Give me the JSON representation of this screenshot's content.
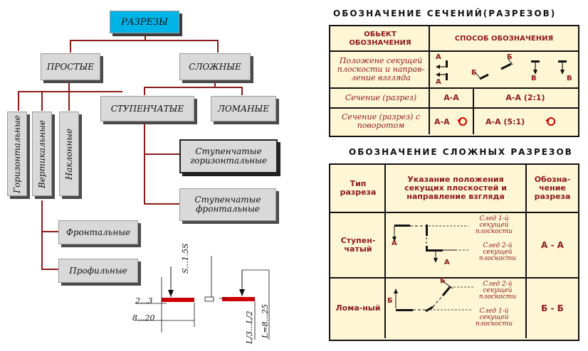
{
  "tree": {
    "root": "РАЗРЕЗЫ",
    "simple": "ПРОСТЫЕ",
    "complex": "СЛОЖНЫЕ",
    "horizontal": "Горизонтальные",
    "vertical": "Вертикальные",
    "inclined": "Наклонные",
    "frontal": "Фронтальные",
    "profile": "Профильные",
    "stepped": "СТУПЕНЧАТЫЕ",
    "broken": "ЛОМАНЫЕ",
    "stepped_horizontal": "Ступенчатые горизонтальные",
    "stepped_frontal": "Ступенчатые фронтальные"
  },
  "dims": {
    "a": "2...3",
    "b": "8...20",
    "c": "S...1.5S",
    "d": "L/3...L/2",
    "e": "L=8...25"
  },
  "table1": {
    "title": "ОБОЗНАЧЕНИЕ СЕЧЕНИЙ(РАЗРЕЗОВ)",
    "h1": "ОБЬЕКТ ОБОЗНАЧЕНИЯ",
    "h2": "СПОСОБ ОБОЗНАЧЕНИЯ",
    "r1": "Положене секущей плоскости и направ-ление взгляда",
    "r2": "Сечение (разрез)",
    "r2a": "А-А",
    "r2b": "А-А (2:1)",
    "r3": "Сечение (разрез) с поворотом",
    "r3a": "А-А",
    "r3b": "А-А (5:1)",
    "letters": {
      "a": "А",
      "b": "Б",
      "v": "В"
    }
  },
  "table2": {
    "title": "ОБОЗНАЧЕНИЕ СЛОЖНЫХ РАЗРЕЗОВ",
    "h1": "Тип разреза",
    "h2": "Указание положения секущих плоскостей и направление взгляда",
    "h3": "Обозна-чение разреза",
    "r1": "Ступен-чатый",
    "r1d": "А - А",
    "r2": "Лома-ный",
    "r2d": "Б - Б",
    "trace1": "След 1-й секущей плоскости",
    "trace2": "След 2-й секущей плоскости",
    "letters": {
      "a": "А",
      "b": "Б"
    }
  },
  "colors": {
    "accent": "#00b3e6",
    "line": "#8b1a1a",
    "table_bg": "#fff6d5",
    "mark": "#cc0000"
  }
}
